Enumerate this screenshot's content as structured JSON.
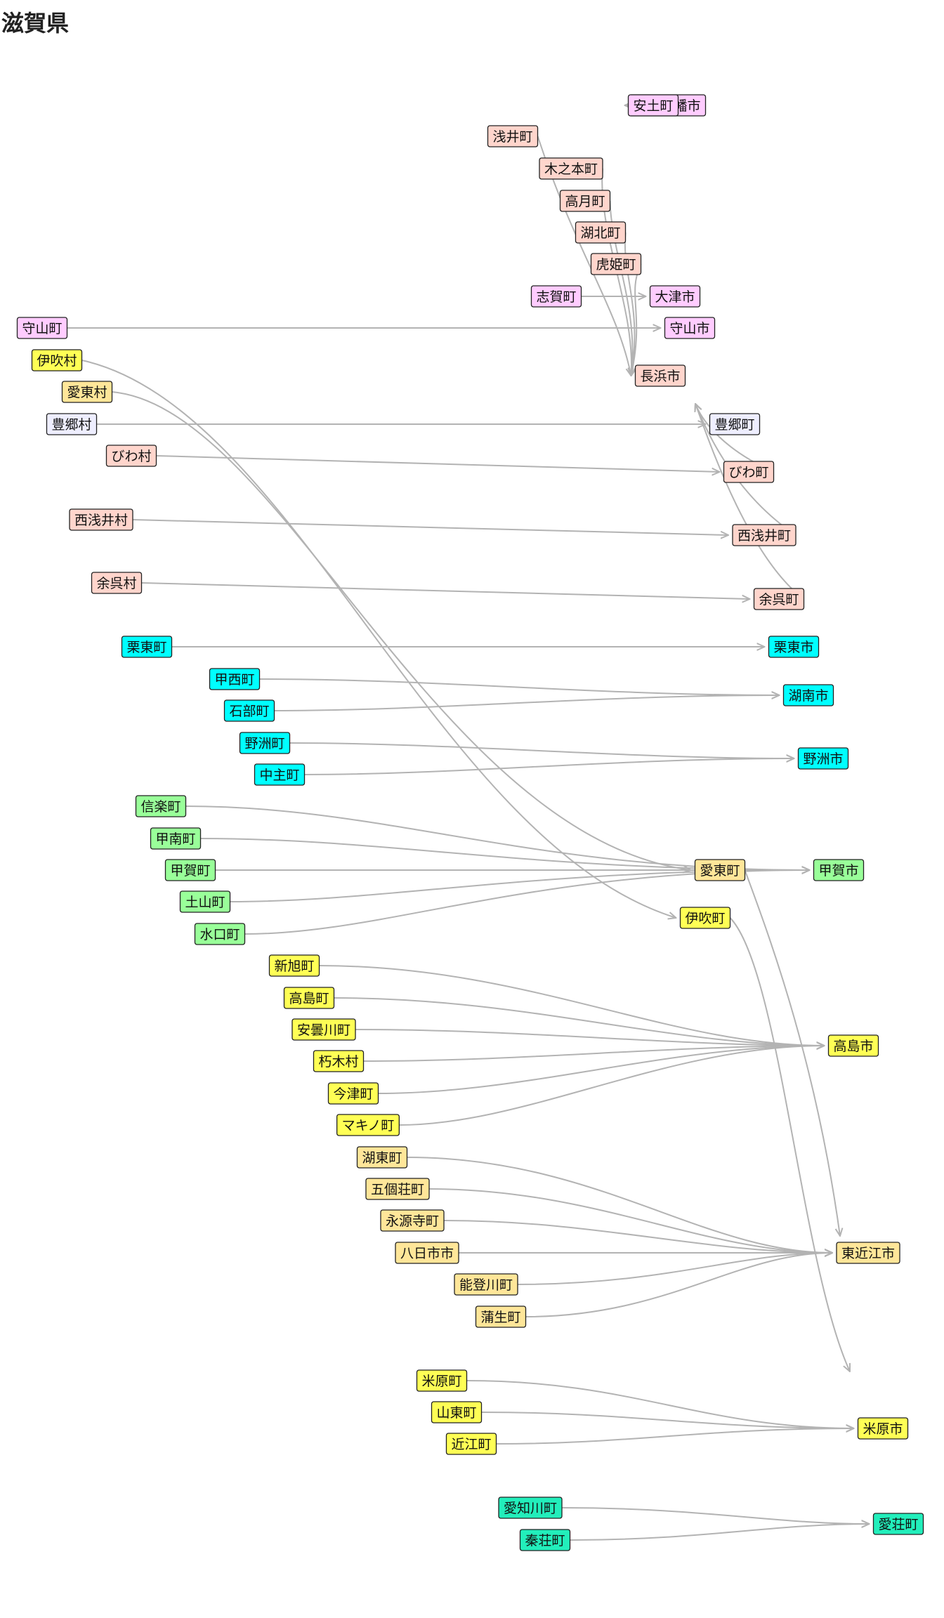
{
  "title": "滋賀県",
  "colors": {
    "edge": "#b3b3b3",
    "pink": "#ffccff",
    "salmon": "#ffd5cc",
    "lavender": "#eeeeff",
    "cyan": "#00ffff",
    "green": "#99ff99",
    "yellow": "#ffff55",
    "khaki": "#ffe699",
    "teal": "#22eebb"
  },
  "nodes": [
    {
      "id": "azuchi",
      "label": "安土町",
      "color": "pink"
    },
    {
      "id": "hachiman",
      "label": "近江八幡市",
      "color": "pink"
    },
    {
      "id": "asai",
      "label": "浅井町",
      "color": "salmon"
    },
    {
      "id": "kinomoto",
      "label": "木之本町",
      "color": "salmon"
    },
    {
      "id": "takatsuki",
      "label": "高月町",
      "color": "salmon"
    },
    {
      "id": "kohoku",
      "label": "湖北町",
      "color": "salmon"
    },
    {
      "id": "torahime",
      "label": "虎姫町",
      "color": "salmon"
    },
    {
      "id": "shiga",
      "label": "志賀町",
      "color": "pink"
    },
    {
      "id": "otsu",
      "label": "大津市",
      "color": "pink"
    },
    {
      "id": "moriyama_t",
      "label": "守山町",
      "color": "pink"
    },
    {
      "id": "moriyama_c",
      "label": "守山市",
      "color": "pink"
    },
    {
      "id": "ibuki_v",
      "label": "伊吹村",
      "color": "yellow"
    },
    {
      "id": "nagahama",
      "label": "長浜市",
      "color": "salmon"
    },
    {
      "id": "aito_v",
      "label": "愛東村",
      "color": "khaki"
    },
    {
      "id": "hosato_v",
      "label": "豊郷村",
      "color": "lavender"
    },
    {
      "id": "hosato_t",
      "label": "豊郷町",
      "color": "lavender"
    },
    {
      "id": "biwa_v",
      "label": "びわ村",
      "color": "salmon"
    },
    {
      "id": "biwa_t",
      "label": "びわ町",
      "color": "salmon"
    },
    {
      "id": "nishiazai_v",
      "label": "西浅井村",
      "color": "salmon"
    },
    {
      "id": "nishiazai_t",
      "label": "西浅井町",
      "color": "salmon"
    },
    {
      "id": "yogo_v",
      "label": "余呉村",
      "color": "salmon"
    },
    {
      "id": "yogo_t",
      "label": "余呉町",
      "color": "salmon"
    },
    {
      "id": "ritto_t",
      "label": "栗東町",
      "color": "cyan"
    },
    {
      "id": "ritto_c",
      "label": "栗東市",
      "color": "cyan"
    },
    {
      "id": "kosei",
      "label": "甲西町",
      "color": "cyan"
    },
    {
      "id": "konan_c",
      "label": "湖南市",
      "color": "cyan"
    },
    {
      "id": "ishibe",
      "label": "石部町",
      "color": "cyan"
    },
    {
      "id": "yasu_t",
      "label": "野洲町",
      "color": "cyan"
    },
    {
      "id": "yasu_c",
      "label": "野洲市",
      "color": "cyan"
    },
    {
      "id": "chuzu",
      "label": "中主町",
      "color": "cyan"
    },
    {
      "id": "shigaraki",
      "label": "信楽町",
      "color": "green"
    },
    {
      "id": "konan_t",
      "label": "甲南町",
      "color": "green"
    },
    {
      "id": "koka_t",
      "label": "甲賀町",
      "color": "green"
    },
    {
      "id": "aito_t",
      "label": "愛東町",
      "color": "khaki"
    },
    {
      "id": "koka_c",
      "label": "甲賀市",
      "color": "green"
    },
    {
      "id": "tsuchiyama",
      "label": "土山町",
      "color": "green"
    },
    {
      "id": "ibuki_t",
      "label": "伊吹町",
      "color": "yellow"
    },
    {
      "id": "minakuchi",
      "label": "水口町",
      "color": "green"
    },
    {
      "id": "shinasahi",
      "label": "新旭町",
      "color": "yellow"
    },
    {
      "id": "takashima_t",
      "label": "高島町",
      "color": "yellow"
    },
    {
      "id": "adogawa",
      "label": "安曇川町",
      "color": "yellow"
    },
    {
      "id": "takashima_c",
      "label": "高島市",
      "color": "yellow"
    },
    {
      "id": "kutsuki",
      "label": "朽木村",
      "color": "yellow"
    },
    {
      "id": "imazu",
      "label": "今津町",
      "color": "yellow"
    },
    {
      "id": "makino",
      "label": "マキノ町",
      "color": "yellow"
    },
    {
      "id": "koto",
      "label": "湖東町",
      "color": "khaki"
    },
    {
      "id": "gokasho",
      "label": "五個荘町",
      "color": "khaki"
    },
    {
      "id": "eigenji",
      "label": "永源寺町",
      "color": "khaki"
    },
    {
      "id": "yokaichi",
      "label": "八日市市",
      "color": "khaki"
    },
    {
      "id": "higashiomi",
      "label": "東近江市",
      "color": "khaki"
    },
    {
      "id": "notogawa",
      "label": "能登川町",
      "color": "khaki"
    },
    {
      "id": "gamo",
      "label": "蒲生町",
      "color": "khaki"
    },
    {
      "id": "maibara_t",
      "label": "米原町",
      "color": "yellow"
    },
    {
      "id": "santo",
      "label": "山東町",
      "color": "yellow"
    },
    {
      "id": "maibara_c",
      "label": "米原市",
      "color": "yellow"
    },
    {
      "id": "omi",
      "label": "近江町",
      "color": "yellow"
    },
    {
      "id": "echigawa",
      "label": "愛知川町",
      "color": "teal"
    },
    {
      "id": "aisho",
      "label": "愛荘町",
      "color": "teal"
    },
    {
      "id": "hatasho",
      "label": "秦荘町",
      "color": "teal"
    }
  ],
  "edges": [
    {
      "from": "azuchi",
      "to": "hachiman"
    },
    {
      "from": "asai",
      "to": "nagahama"
    },
    {
      "from": "kinomoto",
      "to": "nagahama"
    },
    {
      "from": "takatsuki",
      "to": "nagahama"
    },
    {
      "from": "kohoku",
      "to": "nagahama"
    },
    {
      "from": "torahime",
      "to": "nagahama"
    },
    {
      "from": "shiga",
      "to": "otsu"
    },
    {
      "from": "moriyama_t",
      "to": "moriyama_c"
    },
    {
      "from": "ibuki_v",
      "to": "ibuki_t"
    },
    {
      "from": "aito_v",
      "to": "aito_t"
    },
    {
      "from": "hosato_v",
      "to": "hosato_t"
    },
    {
      "from": "biwa_v",
      "to": "biwa_t"
    },
    {
      "from": "biwa_t",
      "to": "nagahama"
    },
    {
      "from": "nishiazai_v",
      "to": "nishiazai_t"
    },
    {
      "from": "nishiazai_t",
      "to": "nagahama"
    },
    {
      "from": "yogo_v",
      "to": "yogo_t"
    },
    {
      "from": "yogo_t",
      "to": "nagahama"
    },
    {
      "from": "ritto_t",
      "to": "ritto_c"
    },
    {
      "from": "kosei",
      "to": "konan_c"
    },
    {
      "from": "ishibe",
      "to": "konan_c"
    },
    {
      "from": "yasu_t",
      "to": "yasu_c"
    },
    {
      "from": "chuzu",
      "to": "yasu_c"
    },
    {
      "from": "shigaraki",
      "to": "koka_c"
    },
    {
      "from": "konan_t",
      "to": "koka_c"
    },
    {
      "from": "koka_t",
      "to": "koka_c"
    },
    {
      "from": "tsuchiyama",
      "to": "koka_c"
    },
    {
      "from": "minakuchi",
      "to": "koka_c"
    },
    {
      "from": "aito_t",
      "to": "higashiomi"
    },
    {
      "from": "ibuki_t",
      "to": "maibara_c"
    },
    {
      "from": "shinasahi",
      "to": "takashima_c"
    },
    {
      "from": "takashima_t",
      "to": "takashima_c"
    },
    {
      "from": "adogawa",
      "to": "takashima_c"
    },
    {
      "from": "kutsuki",
      "to": "takashima_c"
    },
    {
      "from": "imazu",
      "to": "takashima_c"
    },
    {
      "from": "makino",
      "to": "takashima_c"
    },
    {
      "from": "koto",
      "to": "higashiomi"
    },
    {
      "from": "gokasho",
      "to": "higashiomi"
    },
    {
      "from": "eigenji",
      "to": "higashiomi"
    },
    {
      "from": "yokaichi",
      "to": "higashiomi"
    },
    {
      "from": "notogawa",
      "to": "higashiomi"
    },
    {
      "from": "gamo",
      "to": "higashiomi"
    },
    {
      "from": "maibara_t",
      "to": "maibara_c"
    },
    {
      "from": "santo",
      "to": "maibara_c"
    },
    {
      "from": "omi",
      "to": "maibara_c"
    },
    {
      "from": "echigawa",
      "to": "aisho"
    },
    {
      "from": "hatasho",
      "to": "aisho"
    }
  ]
}
